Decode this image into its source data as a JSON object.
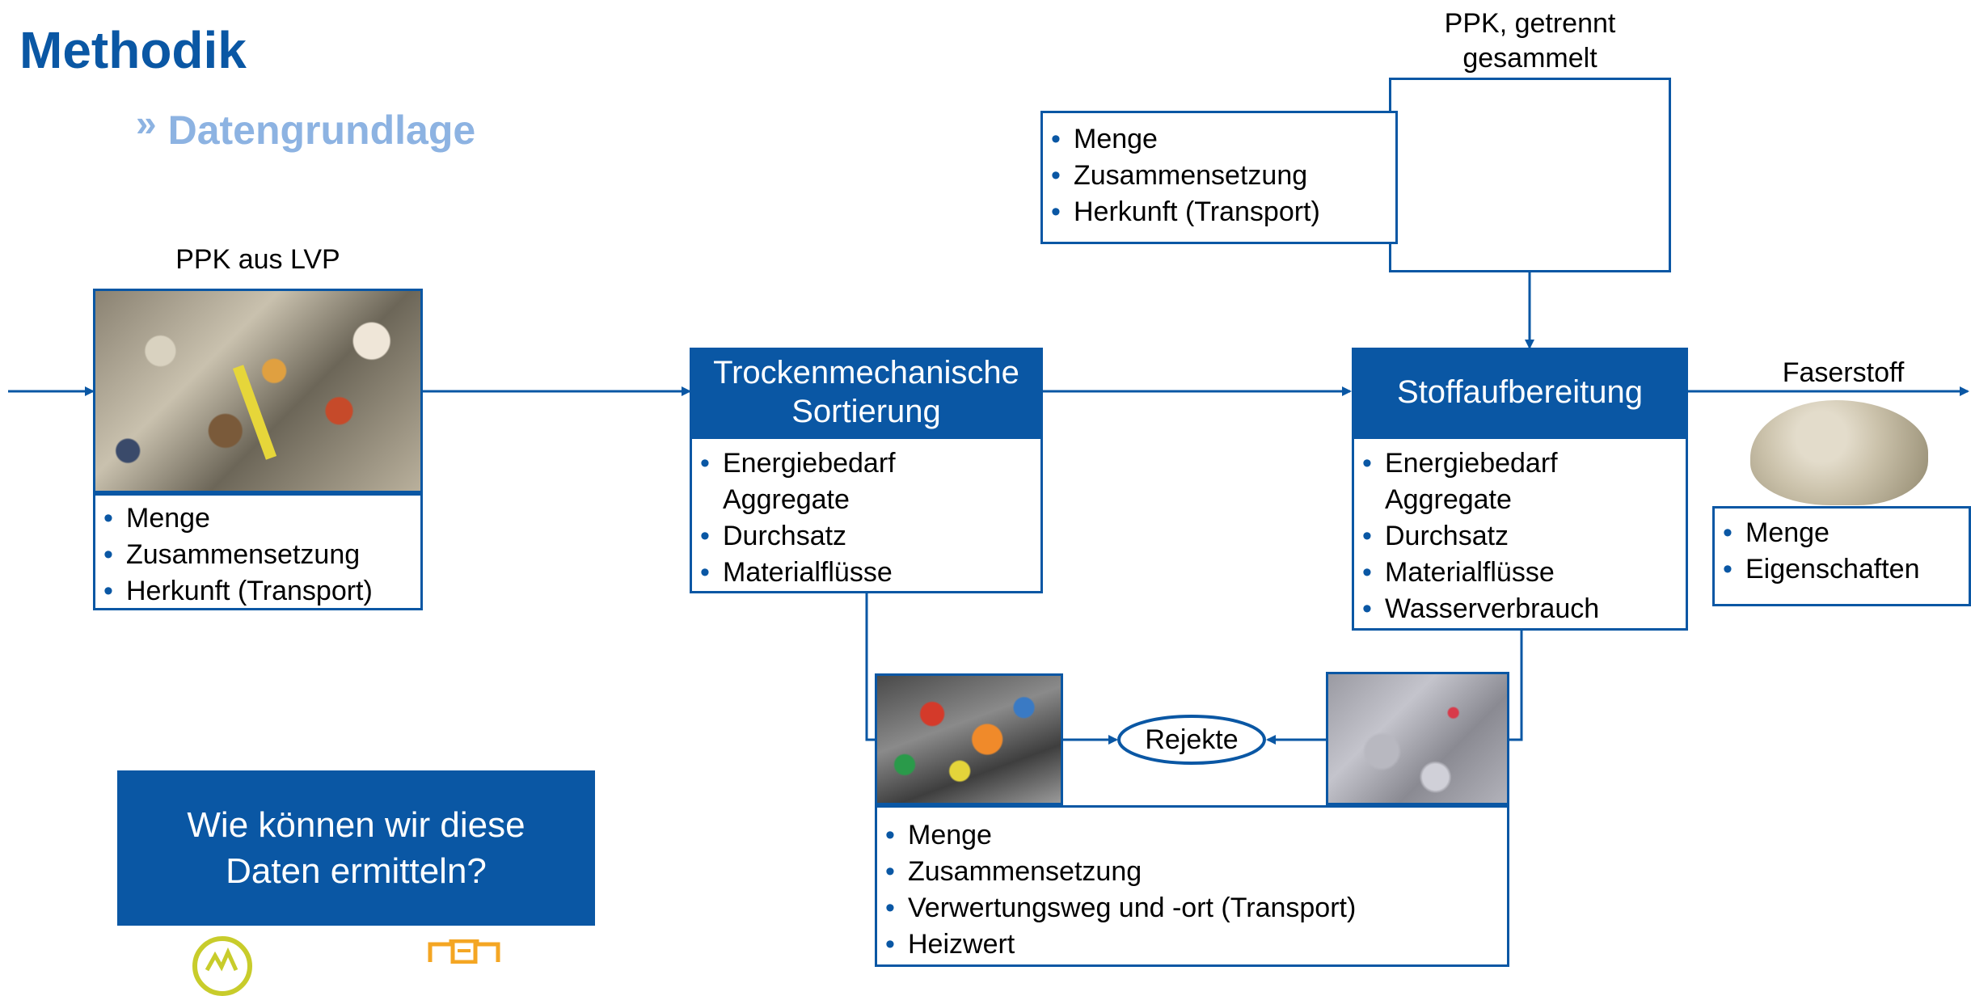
{
  "title": "Methodik",
  "subtitle": "Datengrundlage",
  "subtitle_marker": "»",
  "sources": {
    "lvp": {
      "caption": "PPK aus LVP",
      "bullets": [
        "Menge",
        "Zusammensetzung",
        "Herkunft (Transport)"
      ]
    },
    "separate": {
      "caption": "PPK, getrennt gesammelt",
      "bullets": [
        "Menge",
        "Zusammensetzung",
        "Herkunft (Transport)"
      ]
    }
  },
  "sorting": {
    "title": "Trockenmechanische Sortierung",
    "bullets": [
      "Energiebedarf Aggregate",
      "Durchsatz",
      "Materialflüsse"
    ]
  },
  "stock_prep": {
    "title": "Stoffaufbereitung",
    "bullets": [
      "Energiebedarf Aggregate",
      "Durchsatz",
      "Materialflüsse",
      "Wasserverbrauch"
    ]
  },
  "output": {
    "caption": "Faserstoff",
    "bullets": [
      "Menge",
      "Eigenschaften"
    ]
  },
  "rejects": {
    "label": "Rejekte",
    "bullets": [
      "Menge",
      "Zusammensetzung",
      "Verwertungsweg und -ort (Transport)",
      "Heizwert"
    ]
  },
  "question": "Wie können wir diese Daten ermitteln?",
  "colors": {
    "primary": "#0a57a4",
    "subtitle": "#8db3e2",
    "icon_green": "#c8cc2b",
    "icon_orange": "#f4a623"
  }
}
